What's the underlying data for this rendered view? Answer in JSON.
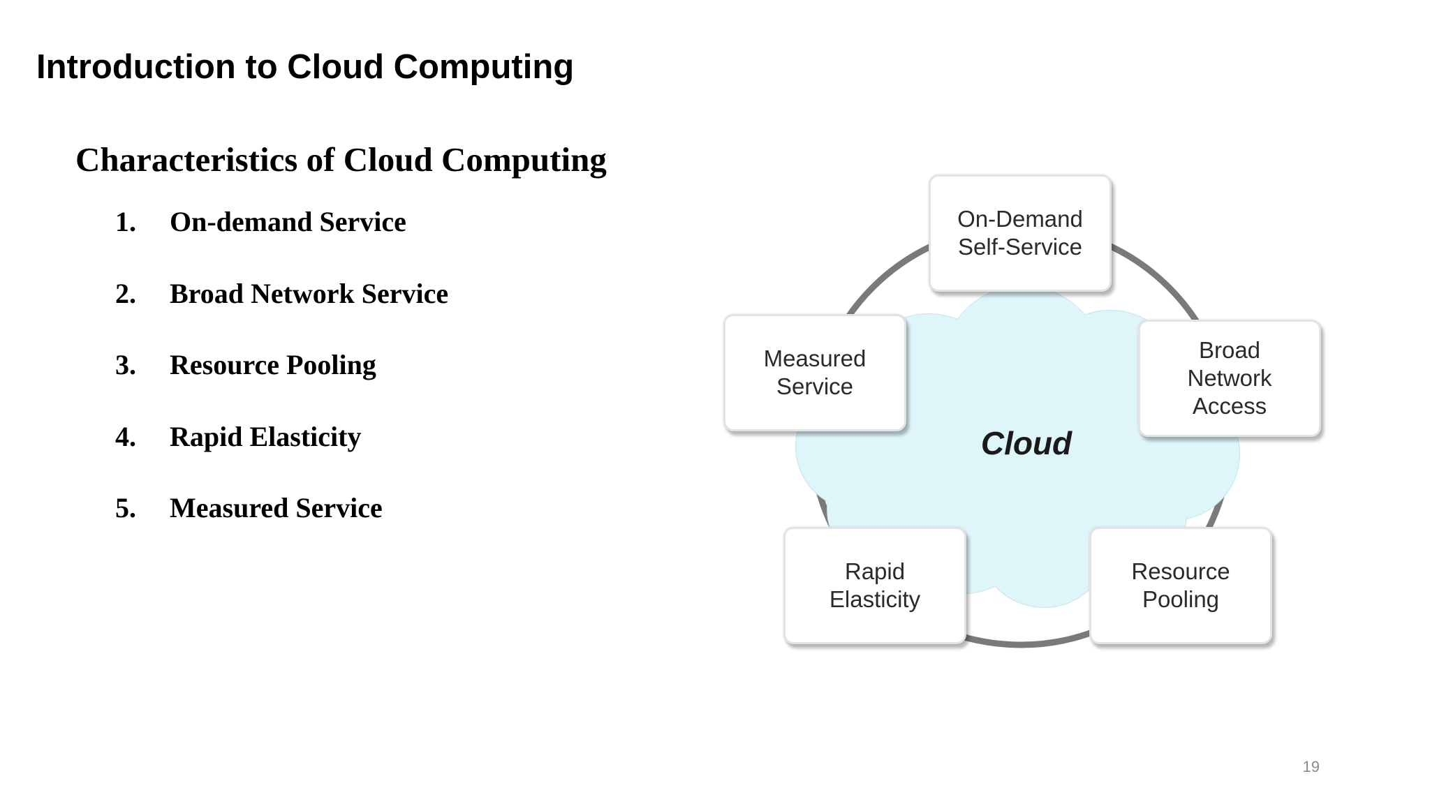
{
  "slide": {
    "title": "Introduction to Cloud Computing",
    "heading": "Characteristics of Cloud Computing",
    "items": [
      {
        "num": "1.",
        "label": "On-demand Service"
      },
      {
        "num": "2.",
        "label": "Broad Network Service"
      },
      {
        "num": "3.",
        "label": "Resource Pooling"
      },
      {
        "num": "4.",
        "label": "Rapid Elasticity"
      },
      {
        "num": "5.",
        "label": "Measured Service"
      }
    ],
    "page_number": "19"
  },
  "diagram": {
    "center_label": "Cloud",
    "boxes": {
      "on_demand": "On-Demand\nSelf-Service",
      "broad_network": "Broad\nNetwork\nAccess",
      "resource_pooling": "Resource\nPooling",
      "rapid_elasticity": "Rapid\nElasticity",
      "measured_service": "Measured\nService"
    },
    "colors": {
      "cloud_fill": "#def5fa",
      "cloud_outline": "#c6e4ec",
      "ring": "#7a7a7a"
    }
  }
}
